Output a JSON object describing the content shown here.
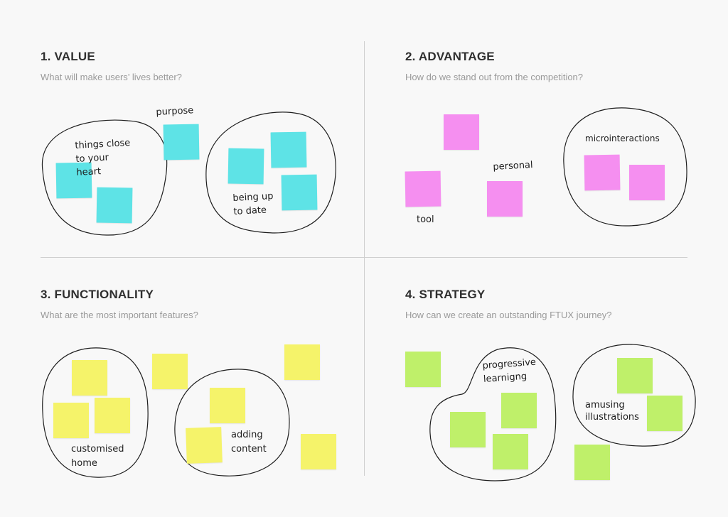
{
  "quadrants": [
    {
      "title": "1. VALUE",
      "question": "What will make users’ lives better?",
      "labels": [
        "things close\nto your\nheart",
        "purpose",
        "being up\nto date"
      ],
      "note_color": "#5ee3e6"
    },
    {
      "title": "2. ADVANTAGE",
      "question": "How do we stand out from the competition?",
      "labels": [
        "personal",
        "tool",
        "microinteractions"
      ],
      "note_color": "#f58ff0"
    },
    {
      "title": "3. FUNCTIONALITY",
      "question": "What are the most important features?",
      "labels": [
        "customised\nhome",
        "adding\ncontent"
      ],
      "note_color": "#f5f36a"
    },
    {
      "title": "4. STRATEGY",
      "question": "How can we create an outstanding FTUX journey?",
      "labels": [
        "progressive\nlearnigng",
        "amusing\nillustrations"
      ],
      "note_color": "#bff06a"
    }
  ]
}
